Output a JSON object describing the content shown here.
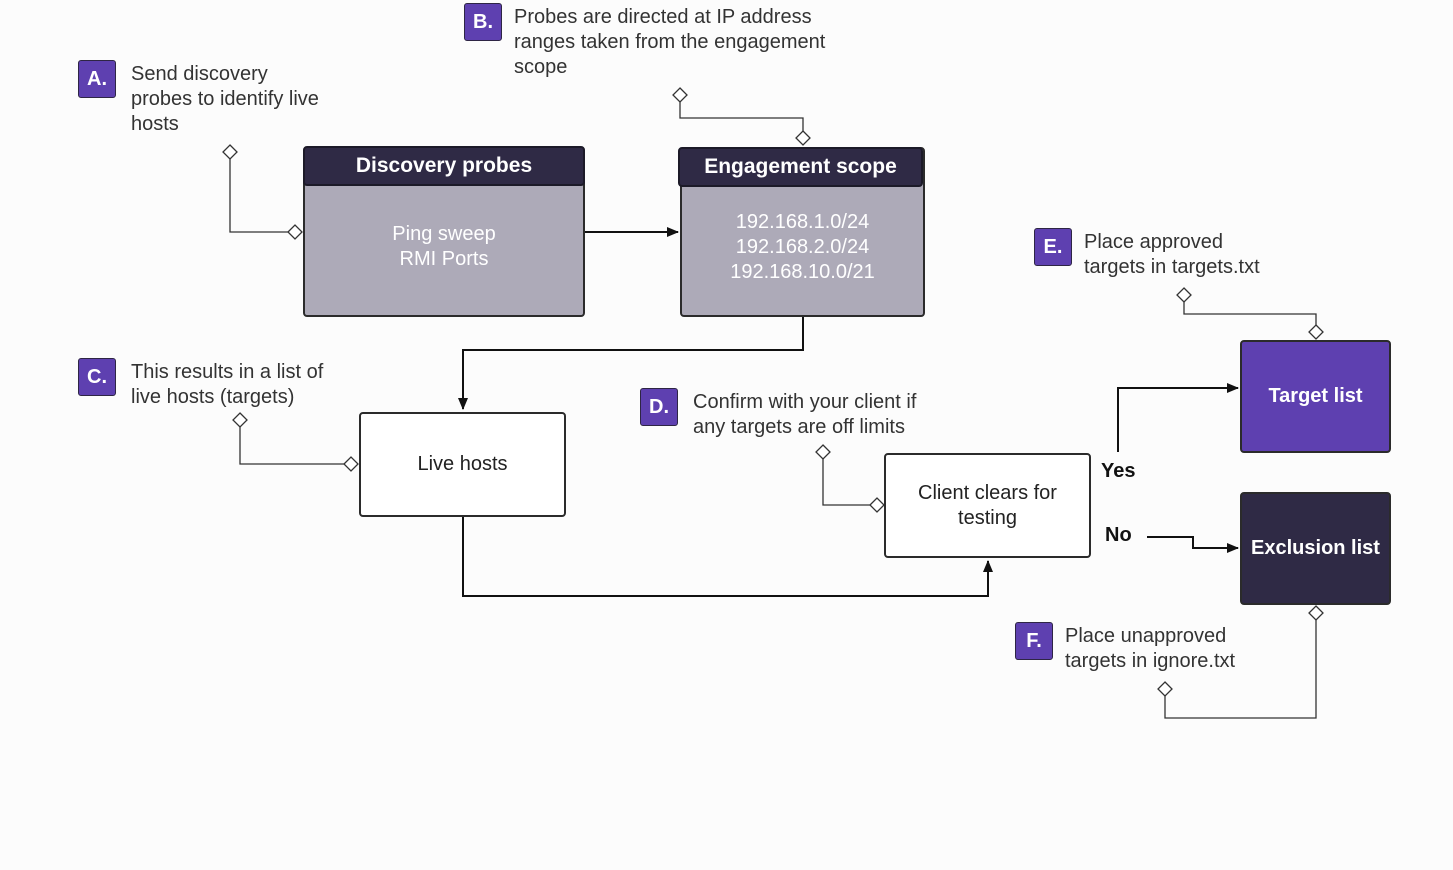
{
  "annotations": {
    "a": {
      "letter": "A.",
      "line1": "Send discovery",
      "line2": "probes to identify live",
      "line3": "hosts"
    },
    "b": {
      "letter": "B.",
      "line1": "Probes are directed at IP address",
      "line2": "ranges taken from the engagement",
      "line3": "scope"
    },
    "c": {
      "letter": "C.",
      "line1": "This results in a list of",
      "line2": "live hosts (targets)"
    },
    "d": {
      "letter": "D.",
      "line1": "Confirm with your client if",
      "line2": "any targets are off limits"
    },
    "e": {
      "letter": "E.",
      "line1": "Place approved",
      "line2": "targets in targets.txt"
    },
    "f": {
      "letter": "F.",
      "line1": "Place unapproved",
      "line2": "targets in ignore.txt"
    }
  },
  "nodes": {
    "discovery": {
      "title": "Discovery probes",
      "items": [
        "Ping sweep",
        "RMI Ports"
      ]
    },
    "scope": {
      "title": "Engagement scope",
      "items": [
        "192.168.1.0/24",
        "192.168.2.0/24",
        "192.168.10.0/21"
      ]
    },
    "live_hosts": {
      "label": "Live hosts"
    },
    "client_clears": {
      "line1": "Client clears for",
      "line2": "testing"
    },
    "target_list": {
      "label": "Target list"
    },
    "exclusion_list": {
      "label": "Exclusion list"
    }
  },
  "edge_labels": {
    "yes": "Yes",
    "no": "No"
  },
  "colors": {
    "accent_purple": "#5e40b0",
    "dark_header": "#2f2a45",
    "gray_box": "#adaab8",
    "line": "#111111"
  }
}
